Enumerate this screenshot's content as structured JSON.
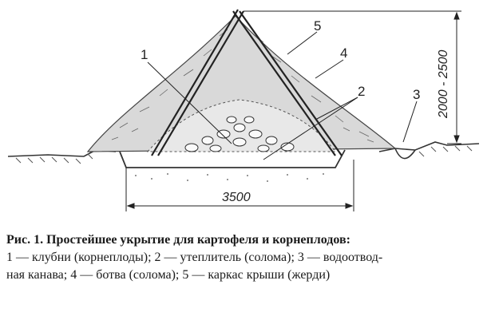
{
  "figure": {
    "labels": [
      "1",
      "2",
      "3",
      "4",
      "5"
    ],
    "dim_width": "3500",
    "dim_height": "2000 - 2500"
  },
  "caption": {
    "title": "Рис. 1. Простейшее укрытие для картофеля и корнеплодов:",
    "line1": "1 — клубни (корнеплоды); 2 — утеплитель (солома); 3 — водоотвод-",
    "line2": "ная канава;  4 — ботва (солома); 5 — каркас крыши (жерди)"
  }
}
